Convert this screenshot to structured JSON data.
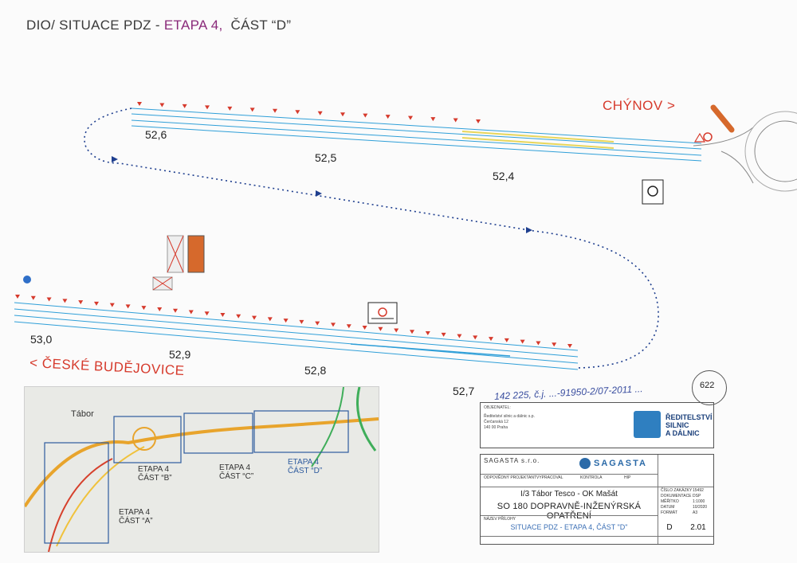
{
  "title": {
    "prefix": "DIO/ SITUACE PDZ - ",
    "etapa": "ETAPA 4,",
    "cast": "ČÁST “D”"
  },
  "destinations": {
    "chynov": "CHÝNOV >",
    "budejovice": "< ČESKÉ BUDĚJOVICE"
  },
  "kilometers": [
    "52,6",
    "52,5",
    "52,4",
    "53,0",
    "52,9",
    "52,8",
    "52,7"
  ],
  "handwritten_note": "142 225, č.j. ...-91950-2/07-2011 ...",
  "map": {
    "city": "Tábor",
    "labels": [
      {
        "line1": "ETAPA 4",
        "line2": "ČÁST “A”"
      },
      {
        "line1": "ETAPA 4",
        "line2": "ČÁST “B”"
      },
      {
        "line1": "ETAPA 4",
        "line2": "ČÁST “C”"
      },
      {
        "line1": "ETAPA 4",
        "line2": "ČÁST “D”"
      }
    ]
  },
  "rsd": {
    "line1": "ŘEDITELSTVÍ",
    "line2": "SILNIC",
    "line3": "A DÁLNIC",
    "owner_label": "OBJEDNATEL:",
    "owner_name": "Ředitelství silnic a dálnic s.p.",
    "owner_addr": "Čerčanská 12",
    "owner_city": "140 00 Praha"
  },
  "titleblock": {
    "company": "SAGASTA s.r.o.",
    "logo": "SAGASTA",
    "roles": [
      "ODPOVĚDNÝ PROJEKTANT",
      "VYPRACOVAL",
      "KONTROLA",
      "HIP"
    ],
    "project": "I/3 Tábor Tesco - OK Mašát",
    "so": "SO 180 DOPRAVNĚ-INŽENÝRSKÁ OPATŘENÍ",
    "section_label": "NÁZEV PŘÍLOHY",
    "situace": "SITUACE PDZ - ETAPA 4, ČÁST \"D\"",
    "fields": [
      "ČÍSLO ZAKÁZKY",
      "DOKUMENTACE",
      "MĚŘÍTKO",
      "DATUM",
      "FORMÁT"
    ],
    "field_values": [
      "15492",
      "DSP",
      "1:1000",
      "10/2020",
      "A3"
    ],
    "part": "D",
    "number": "2.01",
    "stamp": "622"
  },
  "colors": {
    "marks": "#d63a2c",
    "lane": "#2f9fd8",
    "route": "#1f3f8f",
    "etapa": "#8a2a7a"
  }
}
